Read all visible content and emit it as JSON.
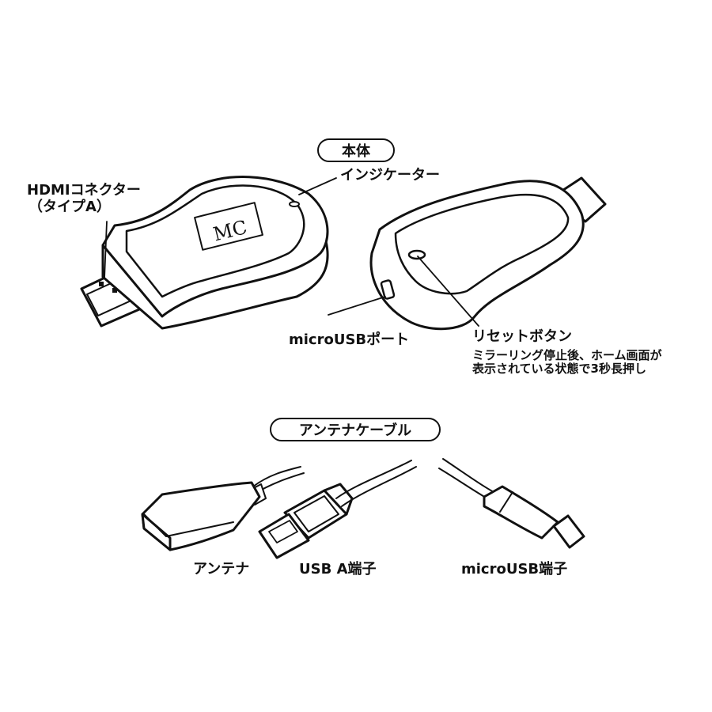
{
  "sections": {
    "body_title": "本体",
    "cable_title": "アンテナケーブル"
  },
  "labels": {
    "hdmi_connector_line1": "HDMIコネクター",
    "hdmi_connector_line2": "（タイプA）",
    "indicator": "インジケーター",
    "micro_usb_port": "microUSBポート",
    "reset_button": "リセットボタン",
    "reset_note_line1": "ミラーリング停止後、ホーム画面が",
    "reset_note_line2": "表示されている状態で3秒長押し",
    "antenna": "アンテナ",
    "usb_a": "USB A端子",
    "micro_usb_terminal": "microUSB端子"
  },
  "logo_text": "MC",
  "colors": {
    "line": "#111111",
    "background": "#ffffff"
  }
}
